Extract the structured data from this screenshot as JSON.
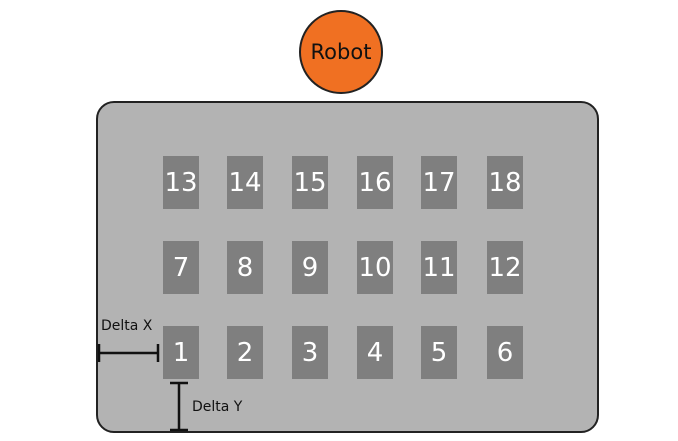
{
  "robot": {
    "label": "Robot",
    "color": "#f07022"
  },
  "grid": {
    "rows": [
      [
        "13",
        "14",
        "15",
        "16",
        "17",
        "18"
      ],
      [
        "7",
        "8",
        "9",
        "10",
        "11",
        "12"
      ],
      [
        "1",
        "2",
        "3",
        "4",
        "5",
        "6"
      ]
    ],
    "cell_color": "#7f7f7f",
    "board_color": "#b3b3b3"
  },
  "dimensions": {
    "delta_x_label": "Delta X",
    "delta_y_label": "Delta Y"
  }
}
